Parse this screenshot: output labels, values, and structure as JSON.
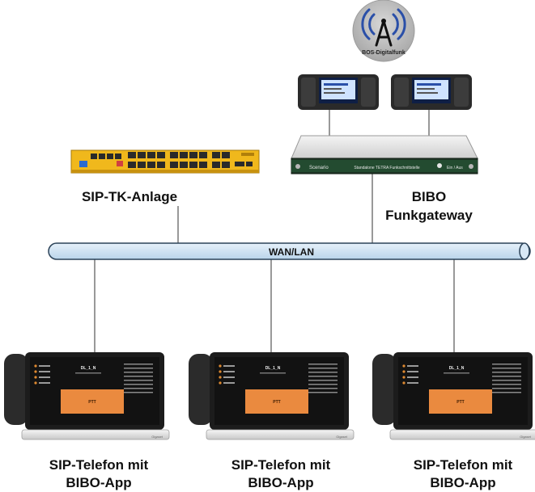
{
  "tower": {
    "caption": "BOS-Digitalfunk",
    "icon": "radio-tower-icon"
  },
  "pbx": {
    "label": "SIP-TK-Anlage"
  },
  "gateway": {
    "label_line1": "BIBO",
    "label_line2": "Funkgateway",
    "front_text": "Standalone TETRA Funkschnittstelle",
    "brand_left": "Scenario",
    "brand_right": "Ein / Aus"
  },
  "network": {
    "label": "WAN/LAN"
  },
  "phones": [
    {
      "line1": "SIP-Telefon mit",
      "line2": "BIBO-App",
      "screen_title": "DL_1_N",
      "ptt": "PTT",
      "brand": "Gigaset"
    },
    {
      "line1": "SIP-Telefon mit",
      "line2": "BIBO-App",
      "screen_title": "DL_1_N",
      "ptt": "PTT",
      "brand": "Gigaset"
    },
    {
      "line1": "SIP-Telefon mit",
      "line2": "BIBO-App",
      "screen_title": "DL_1_N",
      "ptt": "PTT",
      "brand": "Gigaset"
    }
  ],
  "colors": {
    "pbx_body": "#f0b81c",
    "network_bus": "#cde3f3",
    "network_bus_stroke": "#2b4258",
    "ptt_button": "#ea8a3f",
    "gateway_accent": "#1e6b3a"
  }
}
